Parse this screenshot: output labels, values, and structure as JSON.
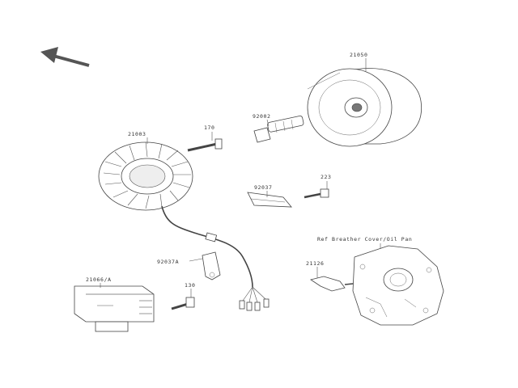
{
  "diagram": {
    "labels": {
      "flywheel": "21050",
      "stator": "21003",
      "bolt_top": "170",
      "bolt_mid": "92002",
      "clamp_a": "92037",
      "screw_a": "223",
      "clamp_b": "92037A",
      "regulator": "21066/A",
      "bolt_reg": "130",
      "bracket": "21126",
      "ref_note": "Ref Breather Cover/Oil Pan"
    }
  }
}
